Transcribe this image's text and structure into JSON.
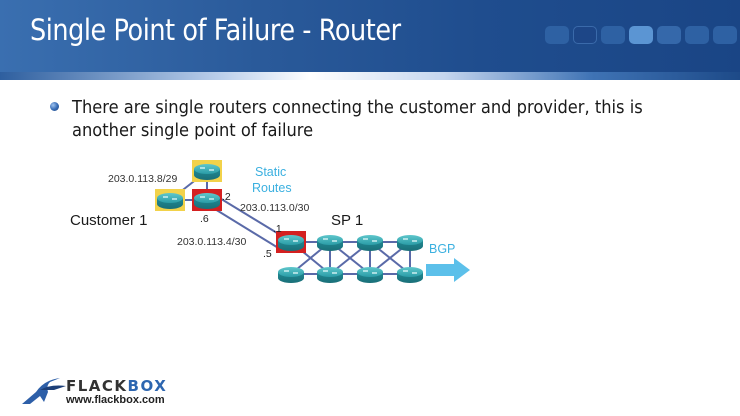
{
  "slide": {
    "title": "Single Point of Failure - Router",
    "bullets": [
      "There are single routers connecting the customer and provider, this is another single point of failure"
    ],
    "nav_squares": [
      "normal",
      "dark",
      "normal",
      "light",
      "mid",
      "normal",
      "normal"
    ]
  },
  "diagram": {
    "customer_label": "Customer 1",
    "sp_label": "SP 1",
    "static_routes_label": [
      "Static",
      "Routes"
    ],
    "bgp_label": "BGP",
    "subnets": {
      "customer_lan": "203.0.113.8/29",
      "link_a": "203.0.113.0/30",
      "link_b": "203.0.113.4/30"
    },
    "interfaces": {
      "customer_edge_a": ".2",
      "customer_edge_b": ".6",
      "sp_edge_a": ".1",
      "sp_edge_b": ".5"
    },
    "colors": {
      "router": "#2aa0a8",
      "single_point_highlight": "#d42020",
      "customer_highlight": "#f2d24a",
      "link": "#5a6aa8",
      "accent": "#3bb0e0",
      "bgp_arrow": "#5cc0ea"
    }
  },
  "footer": {
    "brand_main": "FLACK",
    "brand_accent": "BOX",
    "url": "www.flackbox.com"
  }
}
